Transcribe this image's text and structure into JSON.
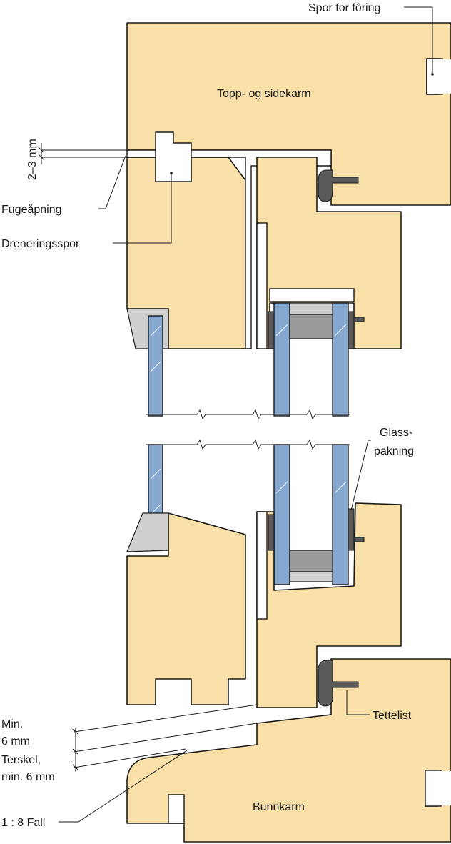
{
  "labels": {
    "spor_for_foring": "Spor for fôring",
    "topp_og_sidekarm": "Topp- og sidekarm",
    "gap": "2–3 mm",
    "fugeapning": "Fugeåpning",
    "dreneringsspor": "Dreneringsspor",
    "glasspakning_line1": "Glass-",
    "glasspakning_line2": "pakning",
    "tettelist": "Tettelist",
    "min6_line1": "Min.",
    "min6_line2": "6 mm",
    "terskel_line1": "Terskel,",
    "terskel_line2": "min. 6 mm",
    "fall": "1 : 8 Fall",
    "bunnkarm": "Bunnkarm"
  },
  "colors": {
    "wood": "#f8e0a8",
    "glass": "#86a8cf",
    "gasket": "#5a5a5a",
    "outline": "#1a1a1a"
  }
}
